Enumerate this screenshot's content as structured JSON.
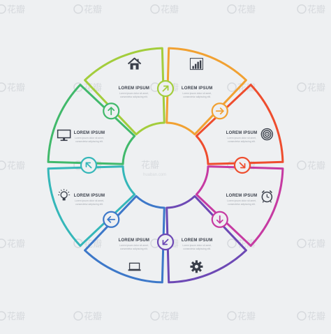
{
  "diagram": {
    "center": {
      "watermark_main": "花瓣",
      "watermark_sub": "huaban.com"
    },
    "segments": [
      {
        "key": "top-left",
        "title": "LOREM IPSUM",
        "body": [
          "Lorem ipsum dolor sit amet,",
          "consectetur adipiscing elit."
        ],
        "color": "#f1a132",
        "icon": "bar-chart-icon",
        "arrow": "right"
      },
      {
        "key": "top-right",
        "title": "LOREM IPSUM",
        "body": [
          "Lorem ipsum dolor sit amet,",
          "consectetur adipiscing elit."
        ],
        "color": "#ee4d2e",
        "icon": "target-icon",
        "arrow": "down-right"
      },
      {
        "key": "right-upper",
        "title": "LOREM IPSUM",
        "body": [
          "Lorem ipsum dolor sit amet,",
          "consectetur adipiscing elit."
        ],
        "color": "#c63aa2",
        "icon": "alarm-clock-icon",
        "arrow": "down"
      },
      {
        "key": "right-lower",
        "title": "LOREM IPSUM",
        "body": [
          "Lorem ipsum dolor sit amet,",
          "consectetur adipiscing elit."
        ],
        "color": "#6d49b5",
        "icon": "gear-icon",
        "arrow": "down-left"
      },
      {
        "key": "bottom-right",
        "title": "LOREM IPSUM",
        "body": [
          "Lorem ipsum dolor sit amet,",
          "consectetur adipiscing elit."
        ],
        "color": "#3d78c9",
        "icon": "laptop-icon",
        "arrow": "left"
      },
      {
        "key": "bottom-left",
        "title": "LOREM IPSUM",
        "body": [
          "Lorem ipsum dolor sit amet,",
          "consectetur adipiscing elit."
        ],
        "color": "#35b7b9",
        "icon": "lightbulb-icon",
        "arrow": "up-left"
      },
      {
        "key": "left-lower",
        "title": "LOREM IPSUM",
        "body": [
          "Lorem ipsum dolor sit amet,",
          "consectetur adipiscing elit."
        ],
        "color": "#41b96b",
        "icon": "monitor-icon",
        "arrow": "up"
      },
      {
        "key": "left-upper",
        "title": "LOREM IPSUM",
        "body": [
          "Lorem ipsum dolor sit amet,",
          "consectetur adipiscing elit."
        ],
        "color": "#a3cd3c",
        "icon": "house-icon",
        "arrow": "up-right"
      }
    ],
    "background_watermark": "花瓣"
  }
}
